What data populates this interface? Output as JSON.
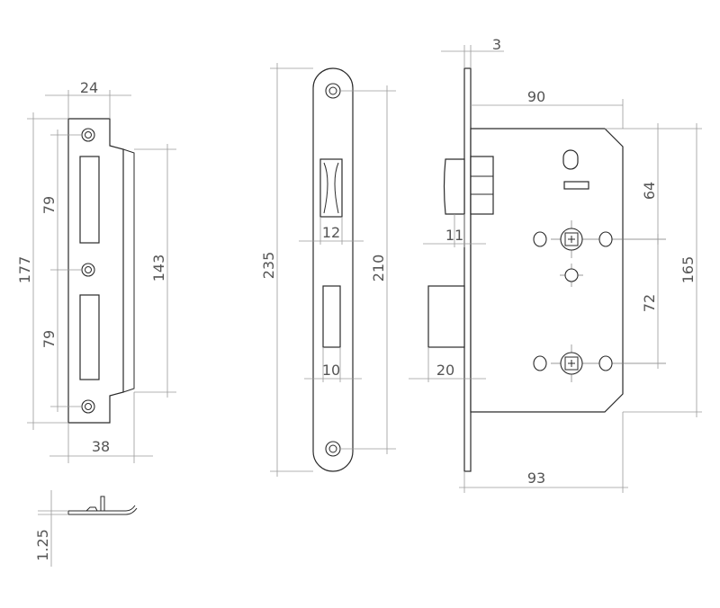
{
  "dimensions": {
    "strike_width": "24",
    "strike_total_height": "177",
    "strike_upper_spacing": "79",
    "strike_lower_spacing": "79",
    "strike_lip_height": "143",
    "strike_total_width": "38",
    "material_thickness": "1.25",
    "faceplate_height": "235",
    "faceplate_hole_spacing": "210",
    "latch_width": "12",
    "bolt_width": "10",
    "faceplate_thickness": "3",
    "case_depth": "90",
    "latch_projection": "11",
    "bolt_projection": "20",
    "backset_offset": "64",
    "follower_spacing": "72",
    "case_height": "165",
    "backset": "93"
  }
}
